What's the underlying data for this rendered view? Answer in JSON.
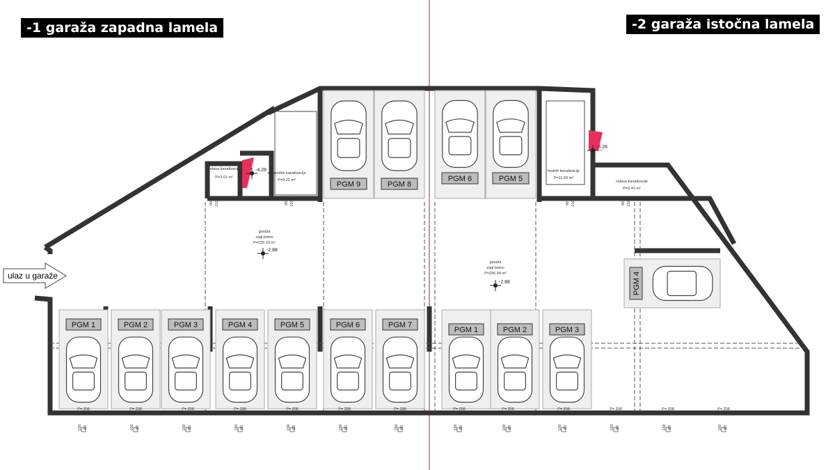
{
  "titles": {
    "west": "-1 garaža zapadna lamela",
    "east": "-2 garaža istočna lamela"
  },
  "entrance_label": "ulaz u garaže",
  "colors": {
    "divider": "#b0485a",
    "accent_red": "#e8305a",
    "wall": "#333333"
  },
  "west": {
    "rooms": [
      {
        "name": "ostava kanalizacije",
        "area": "P=3.01 m²"
      },
      {
        "name": "stepenište kanalizacije",
        "area": "P=8.22 m²"
      }
    ],
    "stair_level": "-4.28",
    "garage": {
      "name": "garaža",
      "floor": "zagl.beton",
      "area": "P=235.19 m²",
      "level": "-2.88"
    },
    "top_spots": [
      "PGM 9",
      "PGM 8"
    ],
    "bottom_spots": [
      "PGM 1",
      "PGM 2",
      "PGM 3",
      "PGM 4",
      "PGM 5",
      "PGM 6",
      "PGM 7"
    ]
  },
  "east": {
    "rooms": [
      {
        "name": "hodnik kanalizacije",
        "area": "P=11.60 m²"
      },
      {
        "name": "ostava kanalizacije",
        "area": "P=3.41 m²"
      }
    ],
    "stair_level": "-4.28",
    "garage": {
      "name": "garaža",
      "floor": "zagl.beton",
      "area": "P=256.94 m²",
      "level": "-2.88"
    },
    "top_spots": [
      "PGM 6",
      "PGM 5"
    ],
    "bottom_spots": [
      "PGM 1",
      "PGM 2",
      "PGM 3"
    ],
    "side_spot": "PGM 4"
  },
  "door_dims": {
    "width": "90",
    "height": "210"
  },
  "window_label": "P= 208",
  "window_dims": {
    "a": "150",
    "b": "50"
  }
}
